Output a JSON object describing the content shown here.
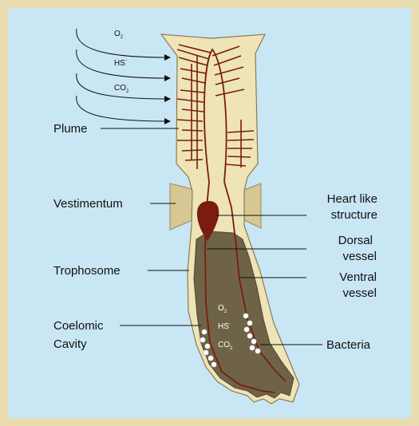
{
  "colors": {
    "frame": "#e8dcb0",
    "panel": "#c9e6f4",
    "body": "#eee4b6",
    "collar": "#d6c795",
    "trophosome": "#6f6347",
    "vessel": "#7a1c10",
    "heart": "#7a1c10",
    "bacteria": "#ffffff",
    "line": "#111111"
  },
  "labels": {
    "plume": "Plume",
    "vestimentum": "Vestimentum",
    "trophosome": "Trophosome",
    "coelomic_1": "Coelomic",
    "coelomic_2": "Cavity",
    "heart_1": "Heart like",
    "heart_2": "structure",
    "dorsal_1": "Dorsal",
    "dorsal_2": "vessel",
    "ventral_1": "Ventral",
    "ventral_2": "vessel",
    "bacteria": "Bacteria"
  },
  "incoming_gases": [
    {
      "base": "O",
      "sub": "2",
      "sup": ""
    },
    {
      "base": "HS",
      "sub": "",
      "sup": "-"
    },
    {
      "base": "CO",
      "sub": "2",
      "sup": ""
    }
  ],
  "internal_gases": [
    {
      "base": "O",
      "sub": "2",
      "sup": ""
    },
    {
      "base": "HS",
      "sub": "",
      "sup": "-"
    },
    {
      "base": "CO",
      "sub": "2",
      "sup": ""
    }
  ]
}
